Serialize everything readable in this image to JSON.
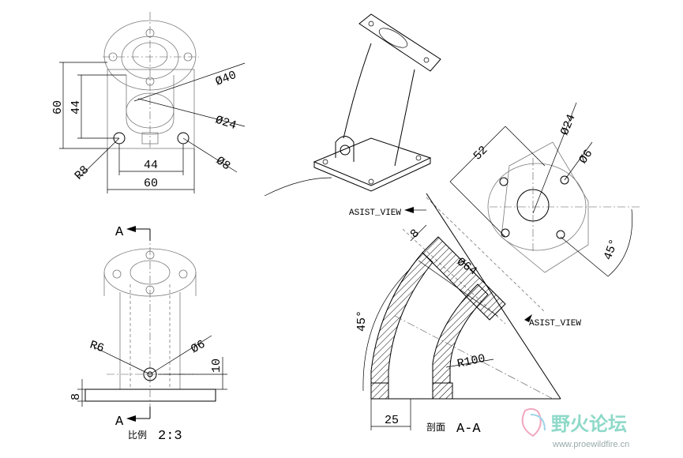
{
  "top_view": {
    "dims": {
      "height_outer": "60",
      "height_inner": "44",
      "width_inner": "44",
      "width_outer": "60",
      "flange_dia": "Ø40",
      "bore_dia": "Ø24",
      "hole_dia": "Ø8",
      "corner_radius": "R8"
    }
  },
  "front_view": {
    "section_mark_top": "A",
    "section_mark_bottom": "A",
    "dims": {
      "radius": "R6",
      "hole_dia": "Ø6",
      "offset": "10",
      "flange_thickness": "8"
    },
    "scale_label": "比例",
    "scale_value": "2:3"
  },
  "aux_view": {
    "label_top": "ASIST_VIEW",
    "label_bottom": "ASIST_VIEW",
    "dims": {
      "length": "52",
      "bore_dia": "Ø24",
      "hole_dia": "Ø6",
      "angle": "45°"
    }
  },
  "section_view": {
    "dims": {
      "thickness": "8",
      "outer_dia": "Ø64",
      "angle": "45°",
      "bend_radius": "R100",
      "base_width": "25"
    },
    "caption_label": "剖面",
    "caption_value": "A-A"
  },
  "watermark": {
    "text": "野火论坛",
    "url": "www.proewildfire.cn"
  }
}
